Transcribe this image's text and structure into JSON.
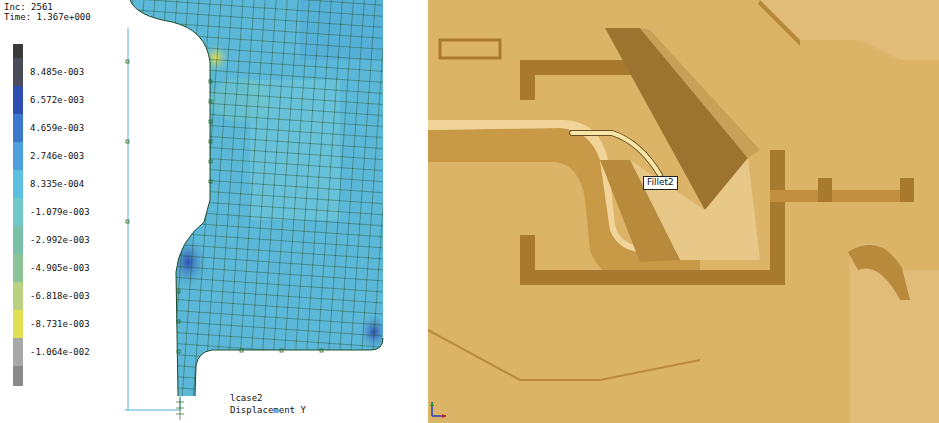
{
  "diagram": {
    "nodes": [
      {
        "text": [
          "Fillet2"
        ]
      }
    ],
    "labels": [
      "Inc: 2561",
      "Time: 1.367e+000",
      "lcase2",
      "Displacement Y"
    ],
    "legend": [
      {
        "text": "8.485e-003",
        "color": "#4a4c5c"
      },
      {
        "text": "6.572e-003",
        "color": "#2e4fb0"
      },
      {
        "text": "4.659e-003",
        "color": "#3a78cc"
      },
      {
        "text": "2.746e-003",
        "color": "#4ea0dc"
      },
      {
        "text": "8.335e-004",
        "color": "#5ec0e0"
      },
      {
        "text": "-1.079e-003",
        "color": "#70c8c8"
      },
      {
        "text": "-2.992e-003",
        "color": "#78c0a8"
      },
      {
        "text": "-4.905e-003",
        "color": "#8cc498"
      },
      {
        "text": "-6.818e-003",
        "color": "#b8d080"
      },
      {
        "text": "-8.731e-003",
        "color": "#e0e050"
      },
      {
        "text": "-1.064e-002",
        "color": "#a8a8a8"
      }
    ]
  }
}
